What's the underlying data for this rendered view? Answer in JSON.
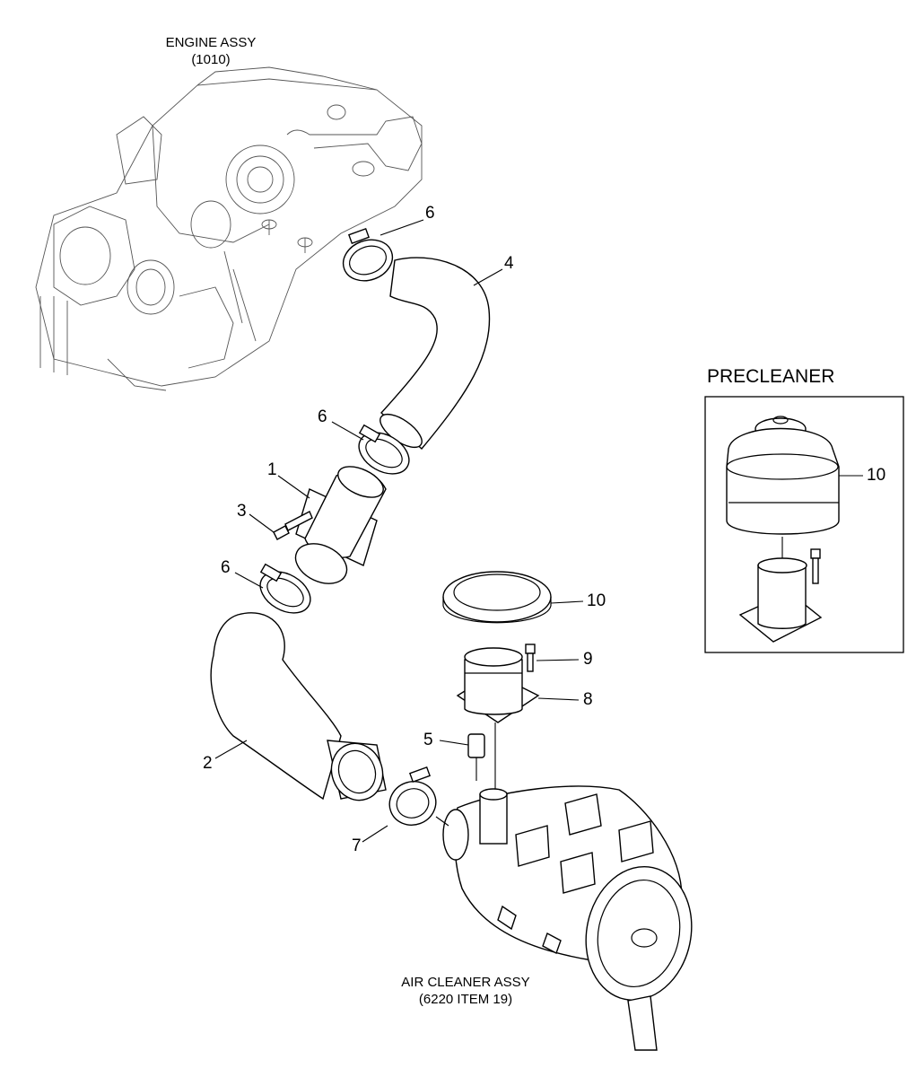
{
  "labels": {
    "engine_title": "ENGINE ASSY",
    "engine_ref": "(1010)",
    "air_cleaner_title": "AIR CLEANER ASSY",
    "air_cleaner_ref": "(6220 ITEM 19)",
    "precleaner_title": "PRECLEANER"
  },
  "callouts": {
    "c1": "1",
    "c2": "2",
    "c3": "3",
    "c4": "4",
    "c5": "5",
    "c6a": "6",
    "c6b": "6",
    "c6c": "6",
    "c7": "7",
    "c8": "8",
    "c9": "9",
    "c10a": "10",
    "c10b": "10"
  }
}
